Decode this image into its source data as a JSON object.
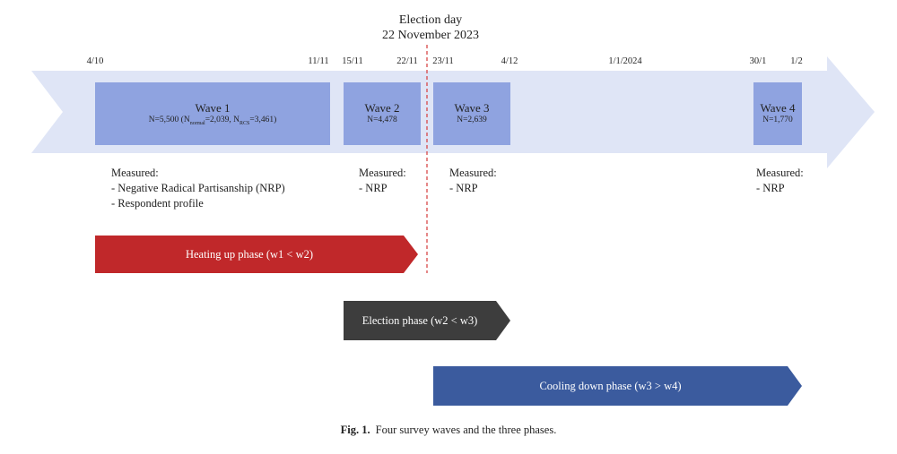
{
  "election": {
    "title": "Election day",
    "date": "22 November 2023"
  },
  "dates": [
    "4/10",
    "11/11",
    "15/11",
    "22/11",
    "23/11",
    "4/12",
    "1/1/2024",
    "30/1",
    "1/2"
  ],
  "waves": [
    {
      "title": "Wave 1",
      "n_prefix": "N=5,500 (N",
      "n_sub1": "normal",
      "n_mid": "=2,039, N",
      "n_sub2": "RCS",
      "n_suffix": "=3,461)"
    },
    {
      "title": "Wave 2",
      "n": "N=4,478"
    },
    {
      "title": "Wave 3",
      "n": "N=2,639"
    },
    {
      "title": "Wave 4",
      "n": "N=1,770"
    }
  ],
  "measured": [
    {
      "heading": "Measured:",
      "items": [
        "- Negative Radical Partisanship (NRP)",
        "- Respondent profile"
      ]
    },
    {
      "heading": "Measured:",
      "items": [
        "- NRP"
      ]
    },
    {
      "heading": "Measured:",
      "items": [
        "- NRP"
      ]
    },
    {
      "heading": "Measured:",
      "items": [
        "- NRP"
      ]
    }
  ],
  "phases": [
    {
      "label": "Heating up phase (w1 < w2)",
      "color": "#c0282a"
    },
    {
      "label": "Election phase (w2 < w3)",
      "color": "#3d3d3d"
    },
    {
      "label": "Cooling down phase (w3 > w4)",
      "color": "#3b5b9e"
    }
  ],
  "colors": {
    "timeline_arrow": "#dfe5f6",
    "wave_box": "#8fa3e0",
    "election_line": "#d63a3a"
  },
  "caption": {
    "label": "Fig. 1.",
    "text": "Four survey waves and the three phases."
  }
}
